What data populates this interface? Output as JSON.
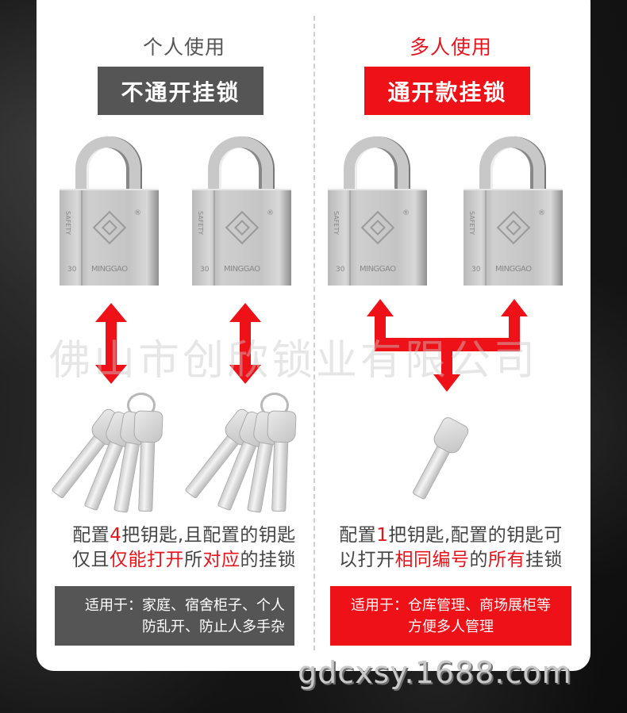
{
  "left_panel": {
    "subtitle": "个人使用",
    "title": "不通开挂锁",
    "locks": [
      {
        "side_text": "SAFETY",
        "size": "30",
        "brand": "MINGGAO",
        "reg_mark": "®"
      },
      {
        "side_text": "SAFETY",
        "size": "30",
        "brand": "MINGGAO",
        "reg_mark": "®"
      }
    ],
    "key_sets": [
      {
        "count": 4
      },
      {
        "count": 4
      }
    ],
    "description": {
      "line1": [
        {
          "text": "配置",
          "highlight": false
        },
        {
          "text": "4",
          "highlight": true
        },
        {
          "text": "把钥匙,且配置的钥匙",
          "highlight": false
        }
      ],
      "line2": [
        {
          "text": "仅且",
          "highlight": false
        },
        {
          "text": "仅能打开",
          "highlight": true
        },
        {
          "text": "所",
          "highlight": false
        },
        {
          "text": "对应",
          "highlight": true
        },
        {
          "text": "的挂锁",
          "highlight": false
        }
      ]
    },
    "note": {
      "line1": "适用于：家庭、宿舍柜子、个人",
      "line2": "防乱开、防止人多手杂"
    }
  },
  "right_panel": {
    "subtitle": "多人使用",
    "title": "通开款挂锁",
    "locks": [
      {
        "side_text": "SAFETY",
        "size": "30",
        "brand": "MINGGAO",
        "reg_mark": "®"
      },
      {
        "side_text": "SAFETY",
        "size": "30",
        "brand": "MINGGAO",
        "reg_mark": "®"
      }
    ],
    "key_sets": [
      {
        "count": 1
      }
    ],
    "description": {
      "line1": [
        {
          "text": "配置",
          "highlight": false
        },
        {
          "text": "1",
          "highlight": true
        },
        {
          "text": "把钥匙,配置的钥匙可",
          "highlight": false
        }
      ],
      "line2": [
        {
          "text": "以打开",
          "highlight": false
        },
        {
          "text": "相同编号",
          "highlight": true
        },
        {
          "text": "的",
          "highlight": false
        },
        {
          "text": "所有",
          "highlight": true
        },
        {
          "text": "挂锁",
          "highlight": false
        }
      ]
    },
    "note": {
      "line1": "适用于：仓库管理、商场展柜等",
      "line2": "方便多人管理"
    }
  },
  "watermark": "佛山市创欣锁业有限公司",
  "footer_watermark": "gdcxsy.1688.com",
  "colors": {
    "accent_red": "#ee1118",
    "dark_gray": "#555555",
    "text_gray": "#444444",
    "background": "#111111",
    "card": "#ffffff"
  }
}
